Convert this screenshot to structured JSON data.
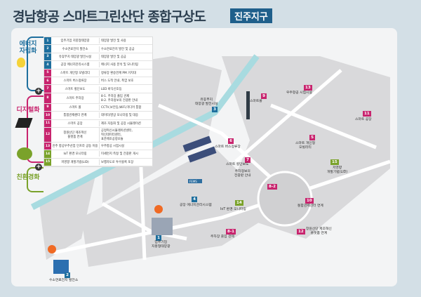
{
  "header": {
    "title": "경남항공 스마트그린산단 종합구상도",
    "district": "진주지구"
  },
  "colors": {
    "energy": "#1e6f9e",
    "digital": "#c8246e",
    "eco": "#7aa22a",
    "background": "#d3dfe6",
    "river": "#a8dbe0"
  },
  "categories": [
    {
      "label": "에너지\n자립화",
      "icon": "lightbulb-icon"
    },
    {
      "label": "디지털화",
      "icon": "chip-icon"
    },
    {
      "label": "친환경화",
      "icon": "tree-icon"
    }
  ],
  "table": [
    {
      "no": "1",
      "name": "입주기업 지붕형태양광",
      "desc": "태양광 발전 및 사용",
      "group": "energy"
    },
    {
      "no": "2",
      "name": "수소연료전지 발전소",
      "desc": "수소연료전지 발전 및 공급",
      "group": "energy"
    },
    {
      "no": "3",
      "name": "유휴부지 태양광 발전시설",
      "desc": "태양광 발전 및 공급",
      "group": "energy"
    },
    {
      "no": "4",
      "name": "공장 에너지관리시스템",
      "desc": "에너지 사용 분석 및 모니터링",
      "group": "energy"
    },
    {
      "no": "5",
      "name": "스마트 개인형 모빌리티",
      "desc": "정류장 환승연계 PM 거치대",
      "group": "digital"
    },
    {
      "no": "6",
      "name": "스마트 버스정류장",
      "desc": "버스 도착 안내, 폭염 보호",
      "group": "digital"
    },
    {
      "no": "7",
      "name": "스마트 횡단보도",
      "desc": "LED 바닥신호등",
      "group": "digital"
    },
    {
      "no": "8",
      "name": "스마트 주차장",
      "desc": "8-1. 주차장 출입 관제\n8-2. 주차정보의 전광판 안내",
      "group": "digital"
    },
    {
      "no": "9",
      "name": "스마트 폴",
      "desc": "CCTV,보안등,WiFi,미디어 통합",
      "group": "digital"
    },
    {
      "no": "10",
      "name": "통합관제센터 연계",
      "desc": "데이터/영상 모니터링 및 대응",
      "group": "digital"
    },
    {
      "no": "11",
      "name": "스마트 공장",
      "desc": "제조 자동화 및 공장 시뮬레이션",
      "group": "digital"
    },
    {
      "no": "12",
      "name": "창원산단 제조혁신\n플랫폼 연계",
      "desc": "공정혁신시뮬레이션센터,\n혁신데이터센터,\n표준제조공정모듈",
      "group": "digital"
    },
    {
      "no": "13",
      "name": "진주 항공우주산업 인프라 공동 이용",
      "desc": "우주항공 시험시설",
      "group": "digital"
    },
    {
      "no": "14",
      "name": "IoT 환경 모니터링",
      "desc": "미세먼지 측정 및 전광판 게시",
      "group": "eco"
    },
    {
      "no": "15",
      "name": "저영향 개발기법(LID)",
      "desc": "보행자도로 투수블록 포장",
      "group": "eco"
    }
  ],
  "map_labels": [
    {
      "no": "1",
      "label": "입주기업\n지붕형태양광",
      "group": "energy"
    },
    {
      "no": "2",
      "label": "수소연료전지 발전소",
      "group": "energy"
    },
    {
      "no": "3",
      "label": "유휴부지\n태양광 발전시설",
      "group": "energy"
    },
    {
      "no": "4",
      "label": "공장 에너지관리시스템",
      "group": "energy"
    },
    {
      "no": "5",
      "label": "스마트 개인형\n모빌리티",
      "group": "digital"
    },
    {
      "no": "6",
      "label": "스마트 버스정류장",
      "group": "digital"
    },
    {
      "no": "7",
      "label": "스마트 횡단보도",
      "group": "digital"
    },
    {
      "no": "8-1",
      "label": "주차장 출입 관제",
      "group": "digital"
    },
    {
      "no": "8-2",
      "label": "주차정보의\n전광판 안내",
      "group": "digital"
    },
    {
      "no": "9",
      "label": "스마트폴",
      "group": "digital"
    },
    {
      "no": "10",
      "label": "통합관제센터 연계",
      "group": "digital"
    },
    {
      "no": "11",
      "label": "스마트 공장",
      "group": "digital"
    },
    {
      "no": "12",
      "label": "창원산단 제조혁신\n플랫폼 연계",
      "group": "digital"
    },
    {
      "no": "13",
      "label": "우주항공 시험시설",
      "group": "digital"
    },
    {
      "no": "14",
      "label": "IoT 환경 모니터링",
      "group": "eco"
    },
    {
      "no": "15",
      "label": "저영향\n개발기법(LID)",
      "group": "eco"
    }
  ],
  "map_extra": {
    "fems_label": "FEMS"
  }
}
